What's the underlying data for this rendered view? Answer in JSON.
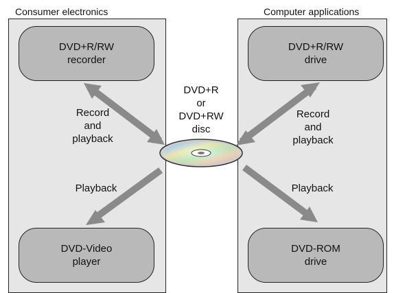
{
  "panels": {
    "left": {
      "title": "Consumer electronics",
      "devices": {
        "top": [
          "DVD+R/RW",
          "recorder"
        ],
        "bottom": [
          "DVD-Video",
          "player"
        ]
      },
      "arrow_labels": {
        "top": [
          "Record",
          "and",
          "playback"
        ],
        "bottom": [
          "Playback"
        ]
      }
    },
    "right": {
      "title": "Computer applications",
      "devices": {
        "top": [
          "DVD+R/RW",
          "drive"
        ],
        "bottom": [
          "DVD-ROM",
          "drive"
        ]
      },
      "arrow_labels": {
        "top": [
          "Record",
          "and",
          "playback"
        ],
        "bottom": [
          "Playback"
        ]
      }
    }
  },
  "disc": {
    "label": [
      "DVD+R",
      "or",
      "DVD+RW",
      "disc"
    ]
  },
  "colors": {
    "panel_fill": "#e6e6e6",
    "device_fill": "#b9b9b9",
    "arrow": "#8a8a8a",
    "outline": "#222222"
  },
  "icons": {
    "disc": "optical-disc-icon",
    "arrows": "double-headed-and-single-headed-arrows"
  }
}
